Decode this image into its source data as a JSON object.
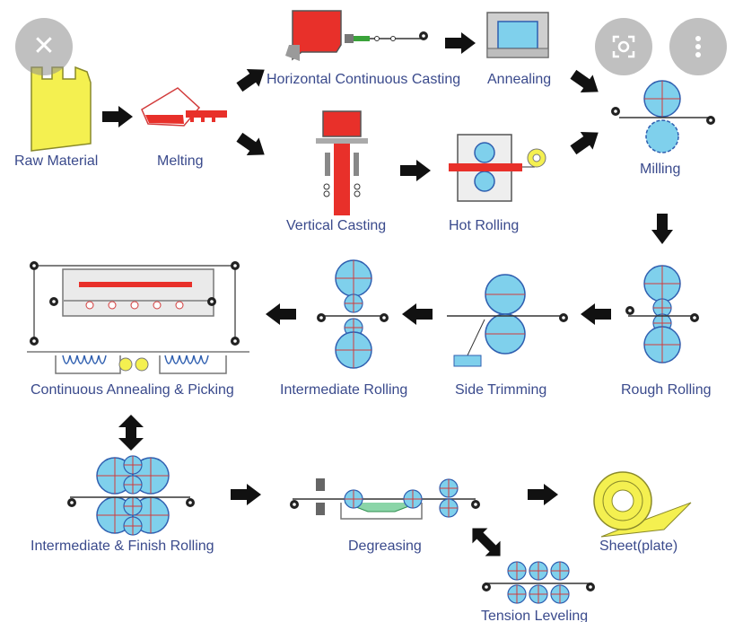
{
  "labels": {
    "raw_material": "Raw Material",
    "melting": "Melting",
    "horizontal_casting": "Horizontal Continuous Casting",
    "annealing": "Annealing",
    "vertical_casting": "Vertical Casting",
    "hot_rolling": "Hot Rolling",
    "milling": "Milling",
    "rough_rolling": "Rough Rolling",
    "side_trimming": "Side Trimming",
    "intermediate_rolling": "Intermediate Rolling",
    "continuous_annealing": "Continuous Annealing & Picking",
    "intermediate_finish_rolling": "Intermediate & Finish Rolling",
    "degreasing": "Degreasing",
    "sheet": "Sheet(plate)",
    "tension_leveling": "Tension Leveling"
  },
  "controls": {
    "close_icon": "close-icon",
    "lens_icon": "lens-icon",
    "more_icon": "more-vert-icon"
  },
  "colors": {
    "roll_fill": "#7fd0ec",
    "roll_stroke": "#2f5fb0",
    "casting_red": "#e8302a",
    "raw_yellow": "#f4f050",
    "label_blue": "#3a4a8c"
  }
}
